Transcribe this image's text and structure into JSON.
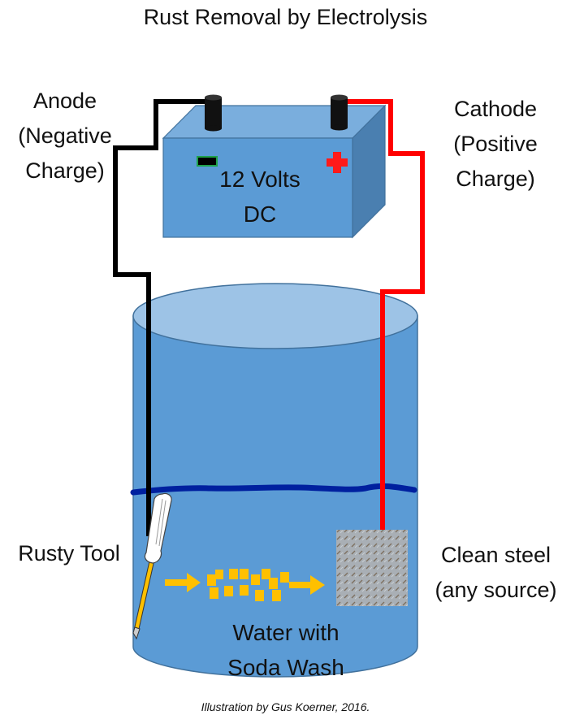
{
  "title": "Rust Removal by Electrolysis",
  "labels": {
    "anode": [
      "Anode",
      "(Negative",
      "Charge)"
    ],
    "cathode": [
      "Cathode",
      "(Positive",
      "Charge)"
    ],
    "battery": [
      "12 Volts",
      "DC"
    ],
    "rusty_tool": "Rusty Tool",
    "clean_steel": [
      "Clean steel",
      "(any source)"
    ],
    "solution": [
      "Water with",
      "Soda Wash"
    ]
  },
  "credit": "Illustration by Gus Koerner, 2016.",
  "colors": {
    "battery_front": "#5b9bd5",
    "battery_top": "#7aaedd",
    "battery_side": "#4a7fb0",
    "battery_outline": "#41719c",
    "terminal": "#111111",
    "negative_wire": "#000000",
    "positive_wire": "#ff0000",
    "negative_marker": "#000000",
    "negative_marker_border": "#1fa14a",
    "positive_marker": "#ff1a1a",
    "tank_body": "#5b9bd5",
    "tank_top": "#9dc3e6",
    "water_line": "#00209f",
    "rust_particles": "#ffc000",
    "steel_plate": "#a8adb2"
  }
}
